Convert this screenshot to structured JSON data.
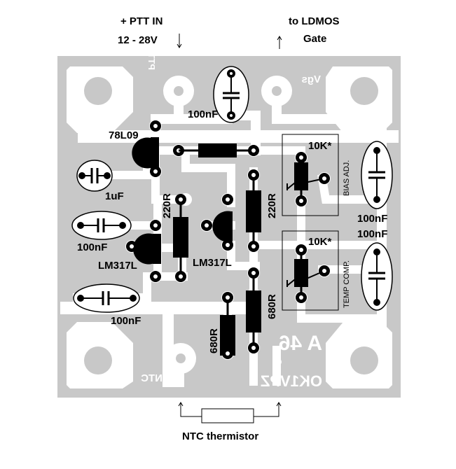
{
  "top_labels": {
    "ptt_line1": "+ PTT IN",
    "ptt_line2": "12 - 28V",
    "ldmos_line1": "to LDMOS",
    "ldmos_line2": "Gate"
  },
  "bottom_label": "NTC thermistor",
  "components": {
    "reg_78l09": "78L09",
    "cap_1uf": "1uF",
    "cap_100nf_top": "100nF",
    "cap_100nf_left_mid": "100nF",
    "cap_100nf_left_bot": "100nF",
    "cap_100nf_right_top": "100nF",
    "cap_100nf_right_bot": "100nF",
    "reg_lm317_left": "LM317L",
    "reg_lm317_right": "LM317L",
    "res_220r_left": "220R",
    "res_220r_right": "220R",
    "res_680r_left": "680R",
    "res_680r_right": "680R",
    "pot_bias_value": "10K*",
    "pot_temp_value": "10K*",
    "pot_bias_label": "BIAS ADJ.",
    "pot_temp_label": "TEMP COMP."
  },
  "pcb_text": {
    "ptt_mirror": "PTT +",
    "vgs_mirror": "Vgs",
    "ntc_mirror": "NTC",
    "board_id": "A 46",
    "callsign": "OK1VPZ"
  },
  "colors": {
    "board": "#c8c8c8",
    "copper": "#ffffff",
    "component": "#000000"
  }
}
